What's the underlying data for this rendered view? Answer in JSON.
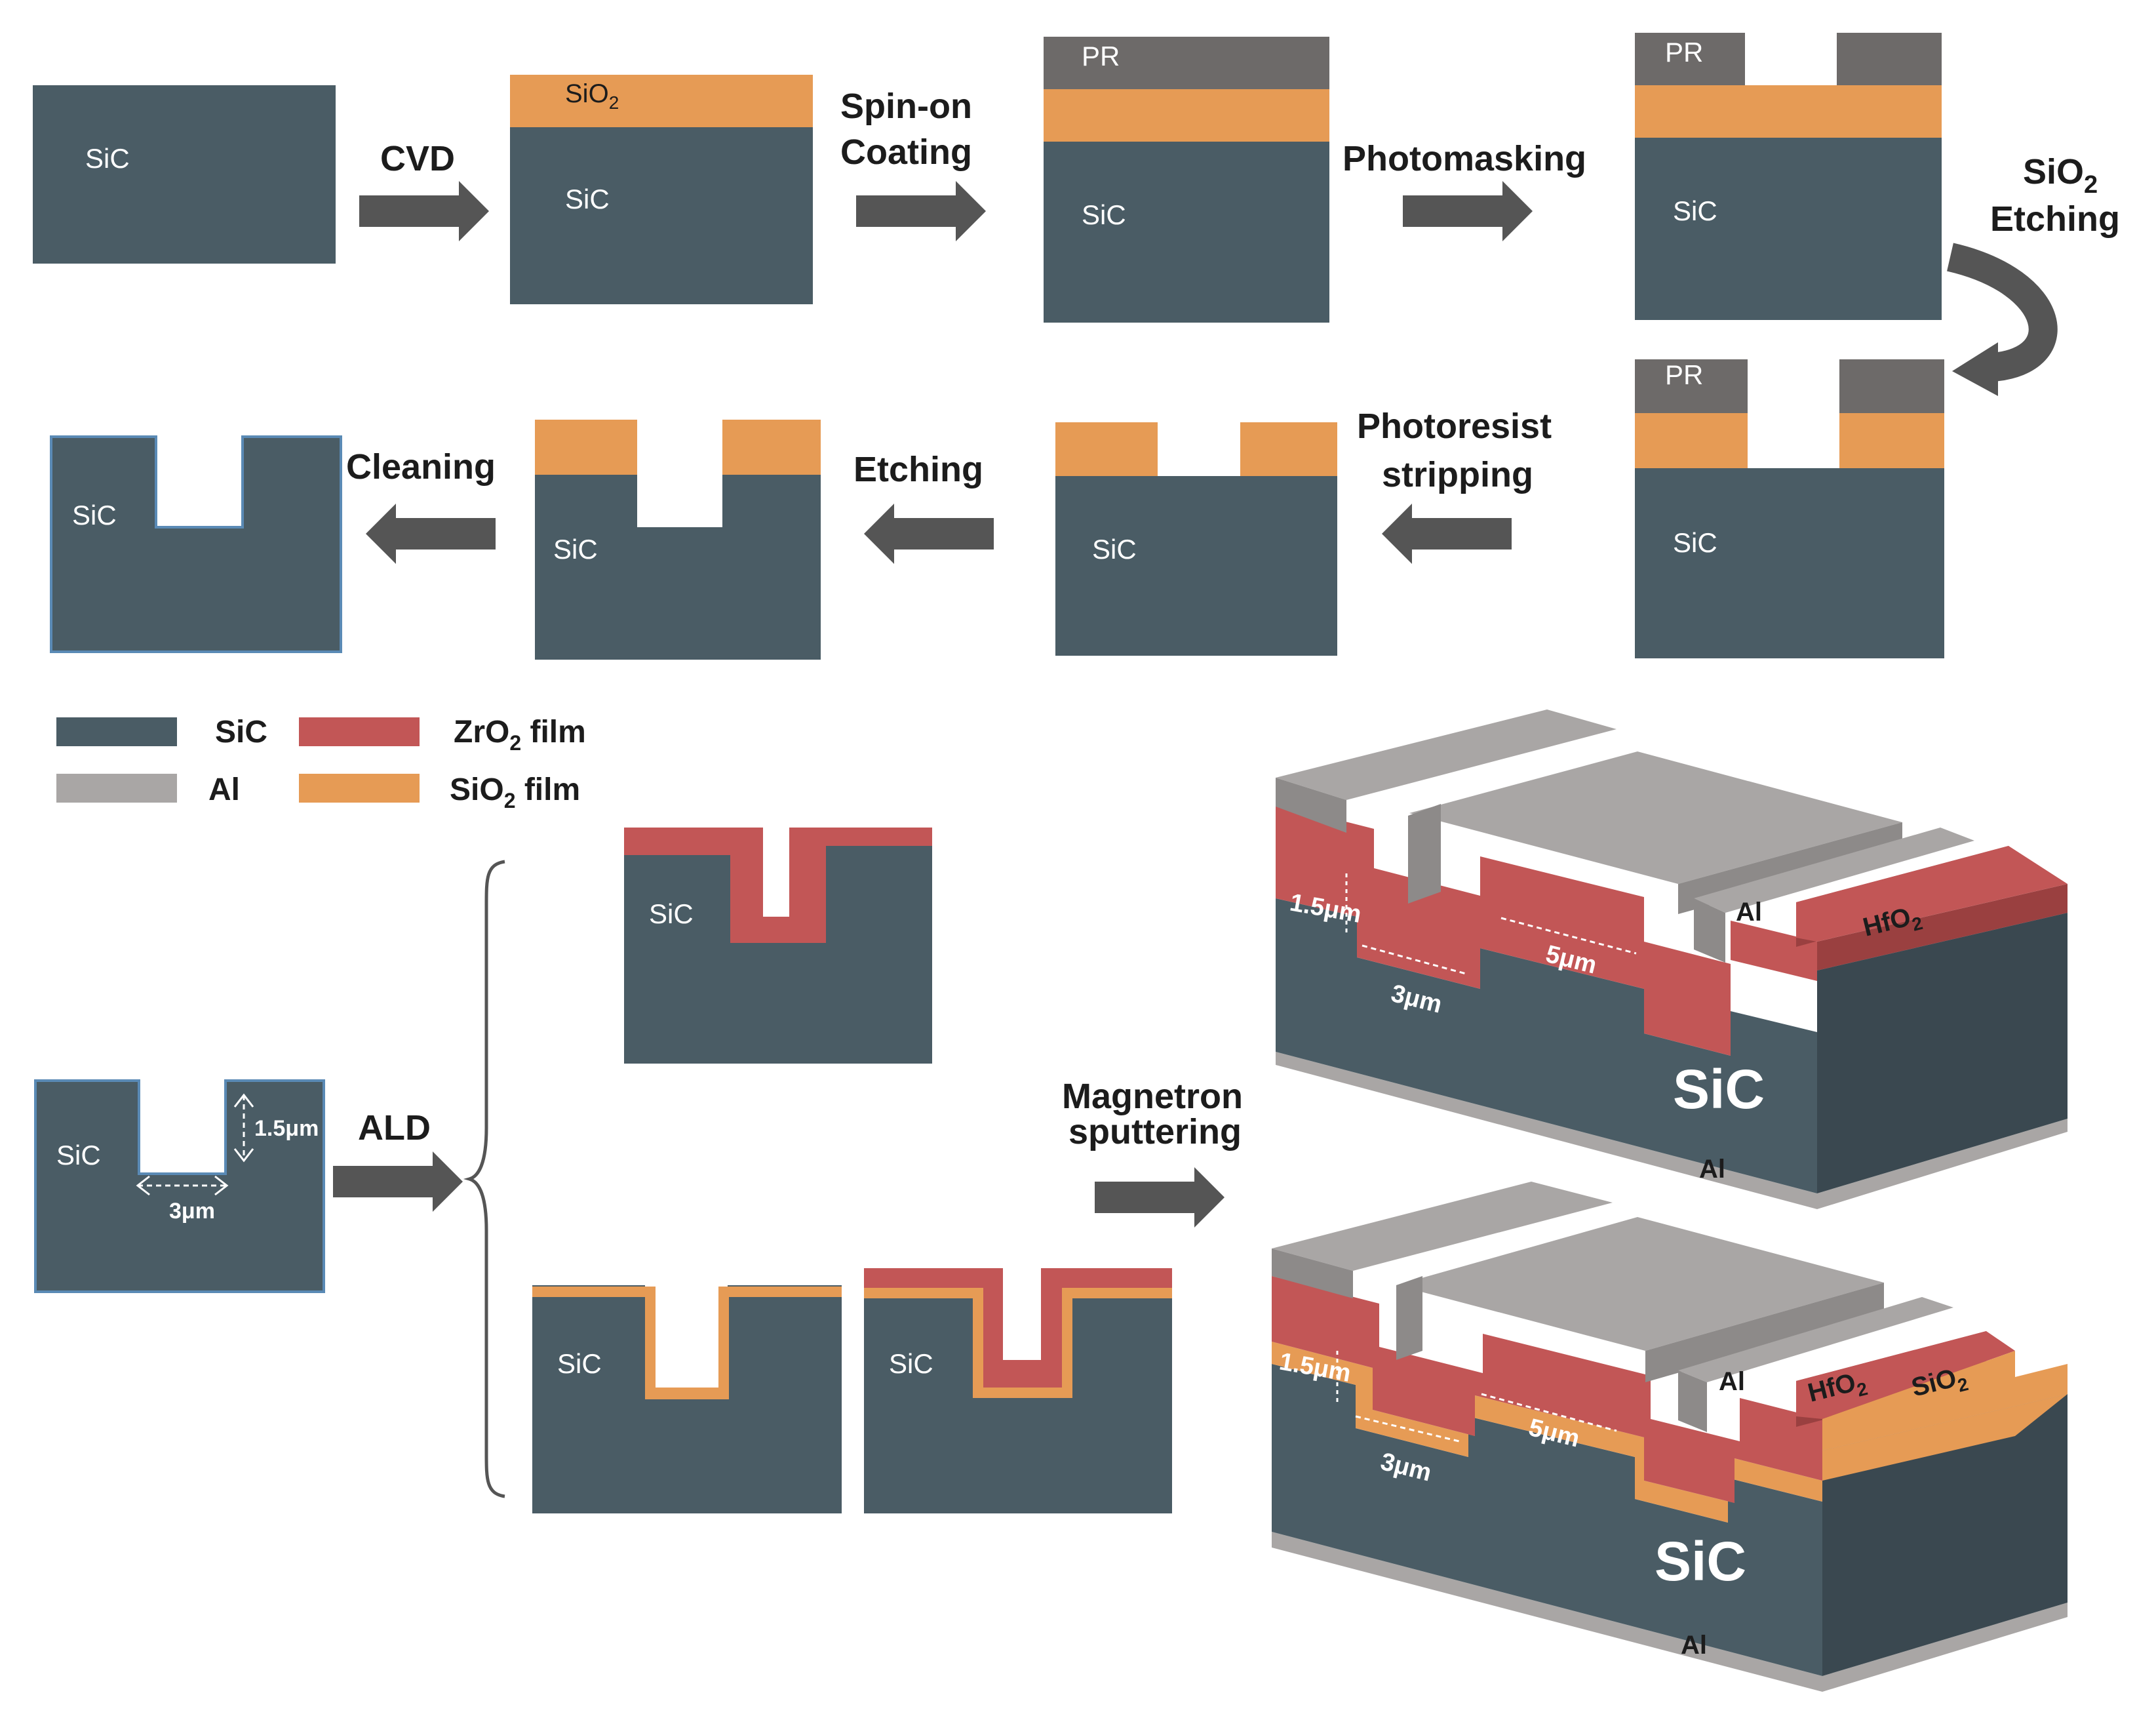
{
  "colors": {
    "sic": "#4a5c65",
    "sic_dark": "#3a4850",
    "sic_top": "#6b7c85",
    "pr": "#6d6a69",
    "sio2": "#e69b55",
    "zro2": "#c25656",
    "zro2_dark": "#9a4040",
    "al": "#a9a6a5",
    "al_dark": "#8d8a89",
    "arrow": "#555555"
  },
  "labels": {
    "sic": "SiC",
    "pr": "PR",
    "sio2_layer": "SiO",
    "sub2": "2"
  },
  "steps": {
    "cvd": "CVD",
    "spin_1": "Spin-on",
    "spin_2": "Coating",
    "photomasking": "Photomasking",
    "sio2_etch_1": "SiO",
    "sio2_etch_2": "Etching",
    "pr_strip_1": "Photoresist",
    "pr_strip_2": "stripping",
    "etching": "Etching",
    "cleaning": "Cleaning",
    "ald": "ALD",
    "magnetron_1": "Magnetron",
    "magnetron_2": "sputtering"
  },
  "legend": {
    "sic": "SiC",
    "zro2_pre": "ZrO",
    "zro2_post": " film",
    "al": "Al",
    "sio2_pre": "SiO",
    "sio2_post": " film"
  },
  "dimensions": {
    "depth": "1.5μm",
    "width_3": "3μm",
    "width_5": "5μm"
  },
  "device": {
    "sic": "SiC",
    "al": "Al",
    "hfo2": "HfO",
    "sio2": "SiO"
  }
}
